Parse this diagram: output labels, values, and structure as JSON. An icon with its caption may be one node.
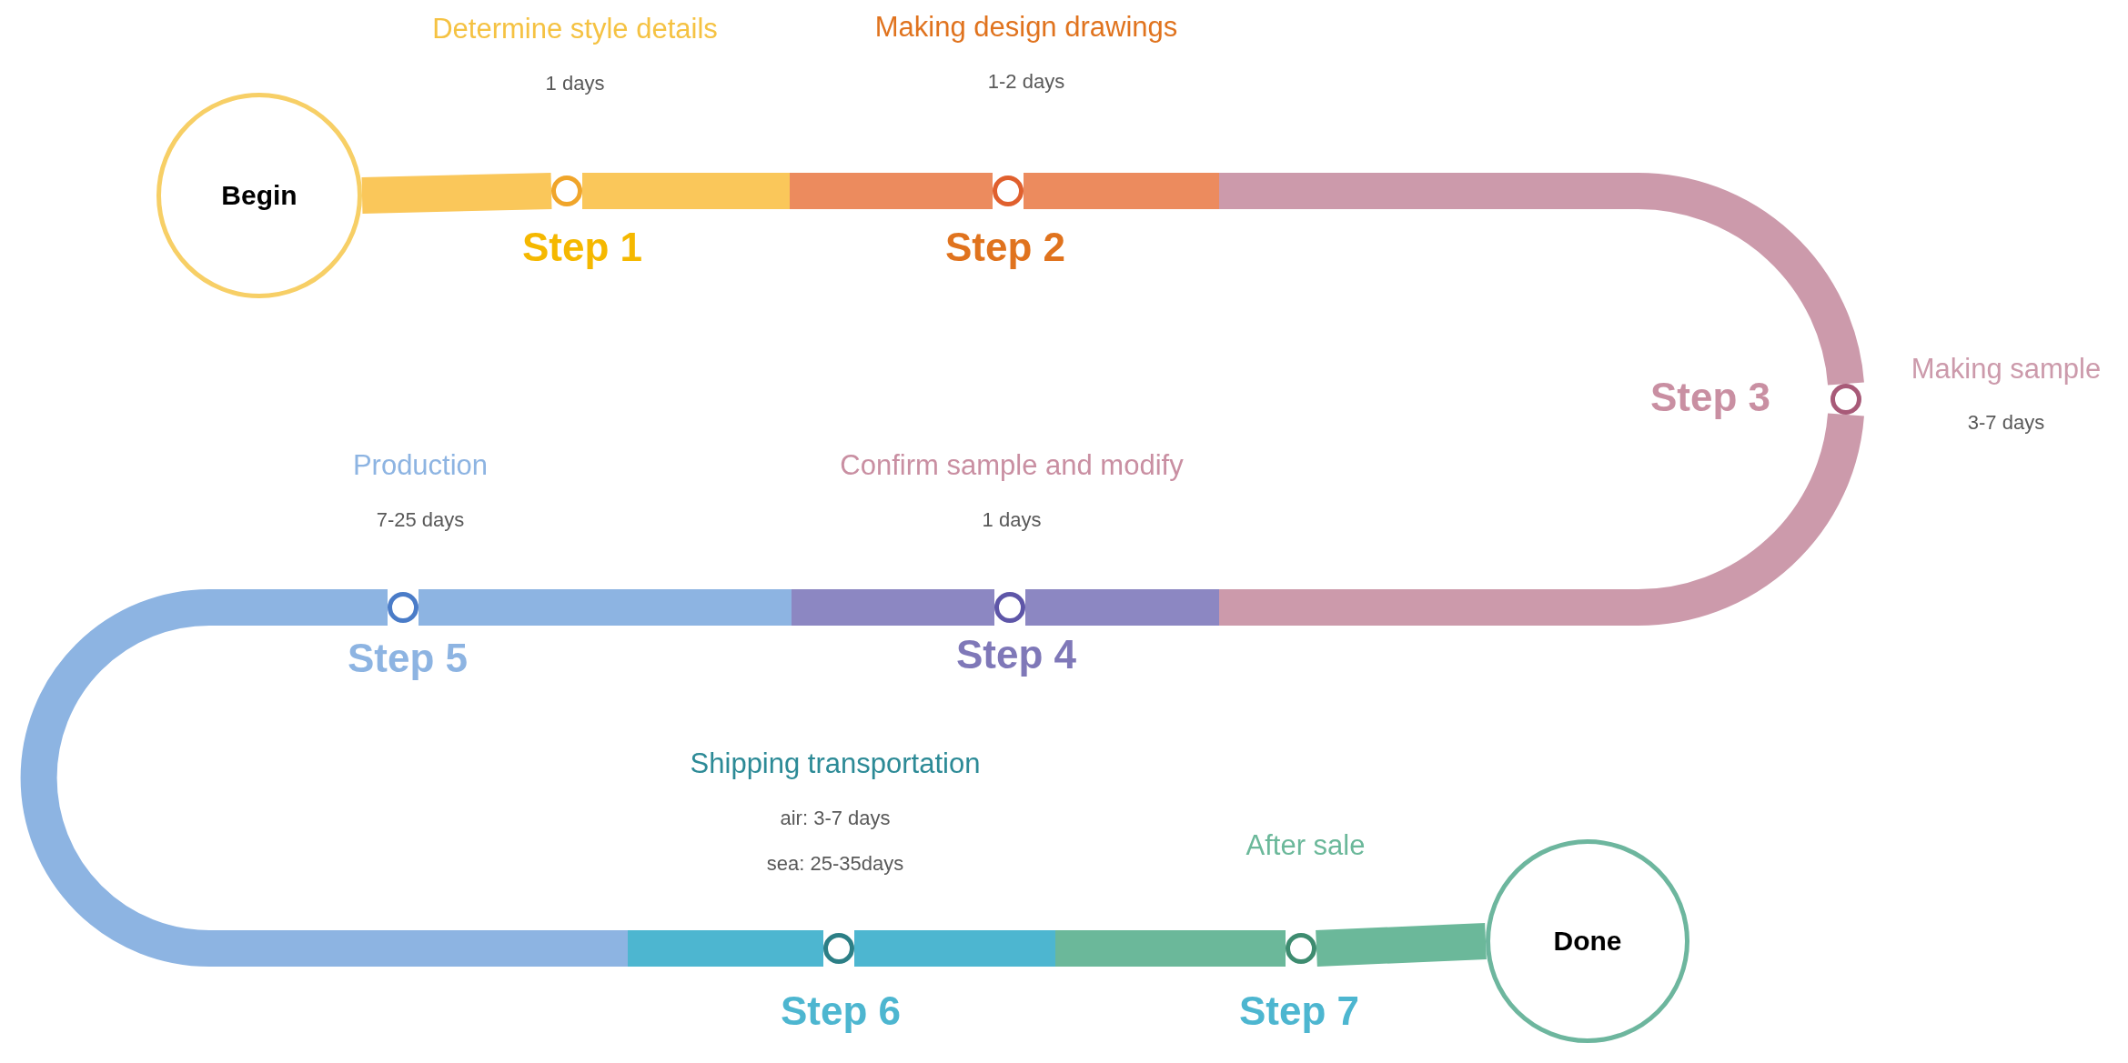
{
  "diagram": {
    "nodes": [
      {
        "text": [
          "Begin"
        ]
      },
      {
        "text": [
          "Step 1"
        ],
        "beside": [
          "Determine style details",
          "1 days"
        ]
      },
      {
        "text": [
          "Step 2"
        ],
        "beside": [
          "Making design drawings",
          "1-2 days"
        ]
      },
      {
        "text": [
          "Step 3"
        ],
        "beside": [
          "Making sample",
          "3-7 days"
        ]
      },
      {
        "text": [
          "Step 4"
        ],
        "beside": [
          "Confirm sample and modify",
          "1 days"
        ]
      },
      {
        "text": [
          "Step 5"
        ],
        "beside": [
          "Production",
          "7-25 days"
        ]
      },
      {
        "text": [
          "Step 6"
        ],
        "beside": [
          "Shipping transportation",
          "air: 3-7 days",
          "sea: 25-35days"
        ]
      },
      {
        "text": [
          "Step 7"
        ],
        "beside": [
          "After sale"
        ]
      },
      {
        "text": [
          "Done"
        ]
      }
    ],
    "edges": [
      {
        "from": 0,
        "to": 1,
        "arrow": "none",
        "color": "#fac75a"
      },
      {
        "from": 1,
        "to": 2,
        "arrow": "none",
        "color": "#ec8b5e"
      },
      {
        "from": 2,
        "to": 3,
        "arrow": "none",
        "color": "#cc9aab"
      },
      {
        "from": 3,
        "to": 4,
        "arrow": "none",
        "color": "#8c87c2"
      },
      {
        "from": 4,
        "to": 5,
        "arrow": "none",
        "color": "#8db4e2"
      },
      {
        "from": 5,
        "to": 6,
        "arrow": "none",
        "color": "#4db6d0"
      },
      {
        "from": 6,
        "to": 7,
        "arrow": "none",
        "color": "#6bb89a"
      },
      {
        "from": 7,
        "to": 8,
        "arrow": "none",
        "color": "#6bb89a"
      }
    ]
  }
}
